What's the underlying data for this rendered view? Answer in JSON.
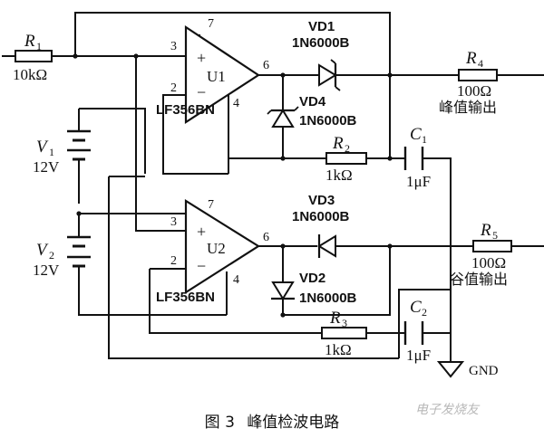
{
  "components": {
    "r1": {
      "name": "R",
      "sub": "1",
      "value": "10kΩ"
    },
    "r2": {
      "name": "R",
      "sub": "2",
      "value": "1kΩ"
    },
    "r3": {
      "name": "R",
      "sub": "3",
      "value": "1kΩ"
    },
    "r4": {
      "name": "R",
      "sub": "4",
      "value": "100Ω",
      "label": "峰值输出"
    },
    "r5": {
      "name": "R",
      "sub": "5",
      "value": "100Ω",
      "label": "谷值输出"
    },
    "c1": {
      "name": "C",
      "sub": "1",
      "value": "1μF"
    },
    "c2": {
      "name": "C",
      "sub": "2",
      "value": "1μF"
    },
    "vd1": {
      "name": "VD1",
      "part": "1N6000B"
    },
    "vd2": {
      "name": "VD2",
      "part": "1N6000B"
    },
    "vd3": {
      "name": "VD3",
      "part": "1N6000B"
    },
    "vd4": {
      "name": "VD4",
      "part": "1N6000B"
    },
    "v1": {
      "name": "V",
      "sub": "1",
      "value": "12V"
    },
    "v2": {
      "name": "V",
      "sub": "2",
      "value": "12V"
    },
    "u1": {
      "name": "U1",
      "part": "LF356BN",
      "pins": {
        "p7": "7",
        "p3": "3",
        "p2": "2",
        "p6": "6",
        "p4": "4"
      },
      "plus": "+",
      "minus": "−"
    },
    "u2": {
      "name": "U2",
      "part": "LF356BN",
      "pins": {
        "p7": "7",
        "p3": "3",
        "p2": "2",
        "p6": "6",
        "p4": "4"
      },
      "plus": "+",
      "minus": "−"
    },
    "gnd": {
      "label": "GND"
    }
  },
  "caption": {
    "figure": "图 3",
    "title": "峰值检波电路"
  },
  "watermark": "电子发烧友"
}
